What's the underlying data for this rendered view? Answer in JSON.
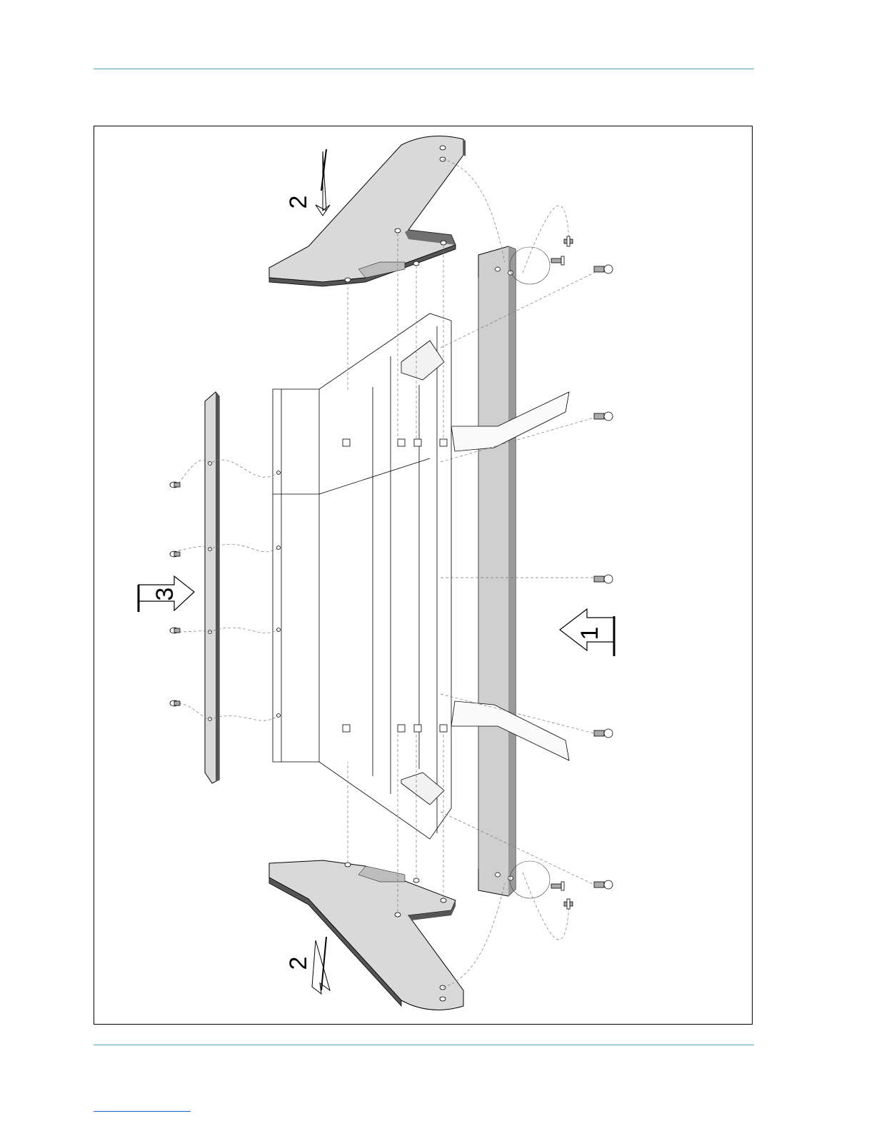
{
  "figure": {
    "callouts": [
      {
        "id": "top-arrow",
        "label": "2"
      },
      {
        "id": "bottom-arrow",
        "label": "2"
      },
      {
        "id": "left-arrow",
        "label": "3"
      },
      {
        "id": "right-arrow",
        "label": "1"
      }
    ]
  },
  "colors": {
    "rule": "#4f9fbd",
    "footnote_rule": "#1f5fd0",
    "part_fill": "#d9d9d9",
    "part_edge": "#555555",
    "line": "#000000"
  }
}
